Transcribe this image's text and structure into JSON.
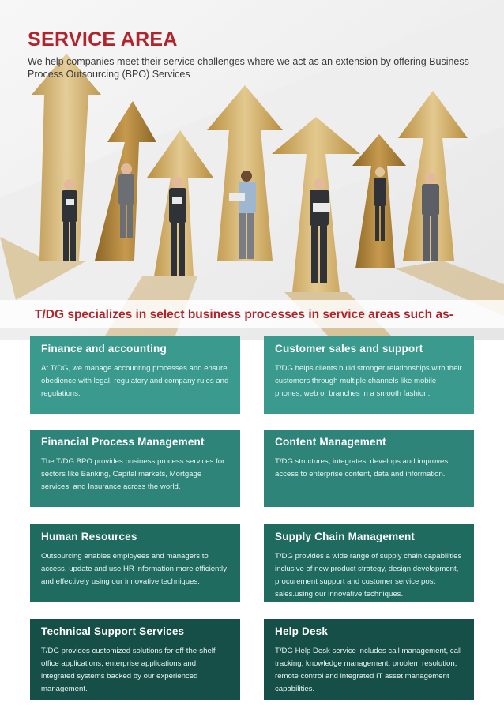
{
  "header": {
    "title": "SERVICE AREA",
    "intro": "We help companies meet their service challenges where we act as an extension by offering Business Process Outsourcing (BPO) Services"
  },
  "section_heading": "T/DG specializes in select business processes in service areas such as-",
  "colors": {
    "accent_red": "#b3232b",
    "teal_light": "#3a9a8e",
    "teal_mid": "#2e8478",
    "teal_dark": "#206b60",
    "teal_darkest": "#154f47",
    "arrow_gold": "#c9a55a"
  },
  "services": [
    {
      "title": "Finance and accounting",
      "text": "At T/DG, we manage accounting processes and ensure obedience with legal, regulatory and company rules and regulations."
    },
    {
      "title": "Customer sales and support",
      "text": "T/DG helps clients build stronger relationships with their customers through multiple channels like mobile phones, web or branches in a smooth fashion."
    },
    {
      "title": "Financial Process Management",
      "text": "The T/DG BPO provides business process services for sectors like Banking, Capital markets, Mortgage services, and Insurance across the world."
    },
    {
      "title": "Content Management",
      "text": "T/DG structures, integrates, develops and improves access to enterprise content, data and information."
    },
    {
      "title": "Human Resources",
      "text": "Outsourcing enables employees and managers to access, update and use HR information more efficiently and effectively using our innovative techniques."
    },
    {
      "title": "Supply Chain Management",
      "text": "T/DG provides a wide range of supply chain capabilities inclusive of new product strategy, design development, procurement support and customer service post sales.using our innovative techniques."
    },
    {
      "title": "Technical Support Services",
      "text": "T/DG provides customized solutions for off-the-shelf office applications, enterprise applications and integrated systems backed by our experienced management."
    },
    {
      "title": "Help Desk",
      "text": "T/DG Help Desk service includes call management, call tracking, knowledge management, problem resolution, remote control and integrated IT asset management capabilities."
    }
  ]
}
